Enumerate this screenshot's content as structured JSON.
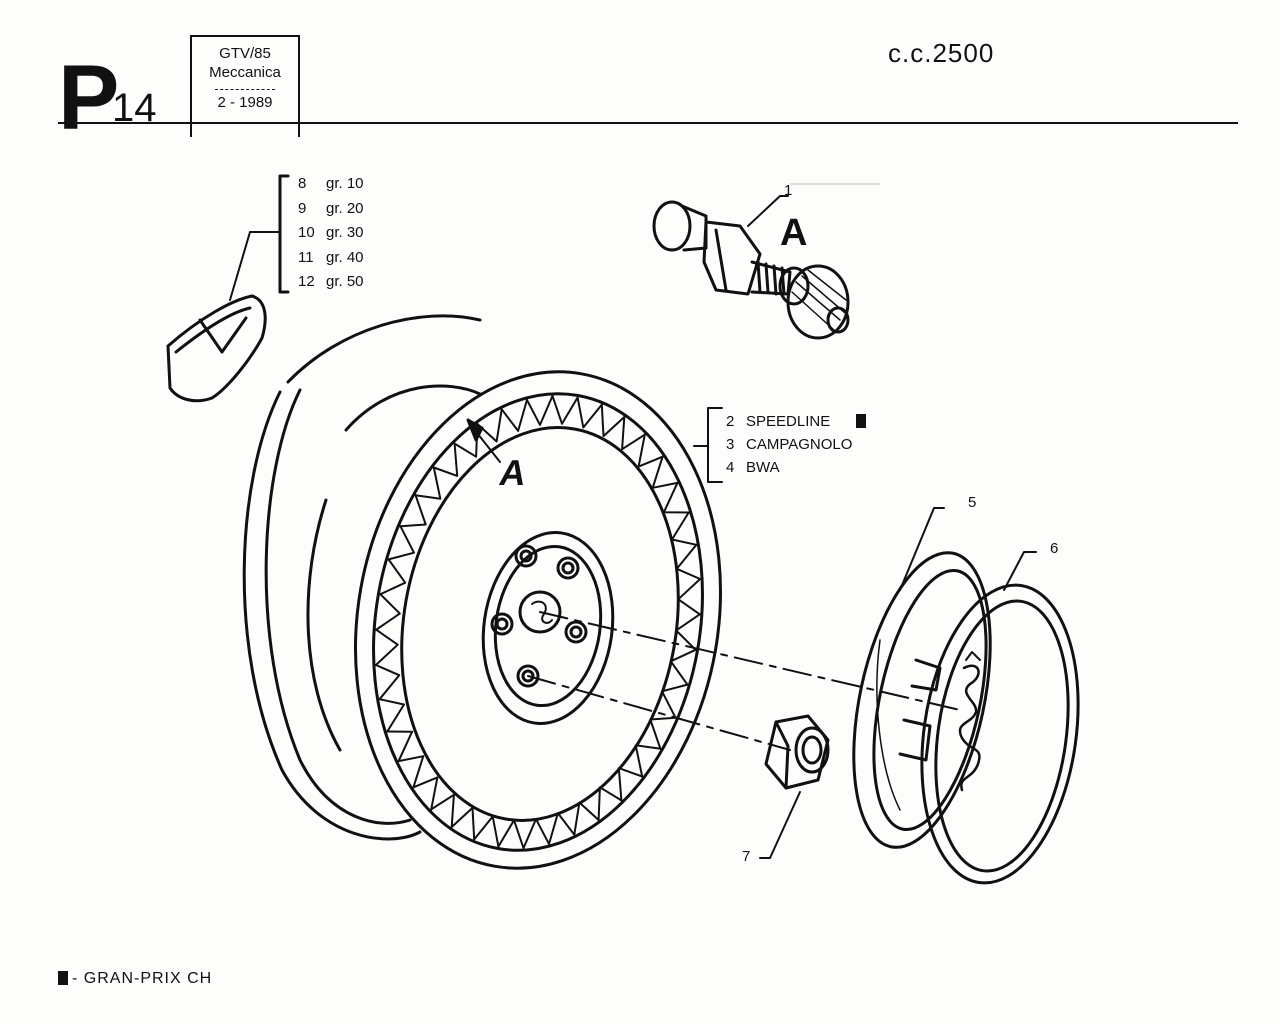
{
  "header": {
    "page_letter": "P",
    "page_number": "14",
    "model": "GTV/85",
    "section": "Meccanica",
    "date": "2 - 1989",
    "engine": "c.c.2500"
  },
  "weights": [
    {
      "num": "8",
      "label": "gr. 10"
    },
    {
      "num": "9",
      "label": "gr. 20"
    },
    {
      "num": "10",
      "label": "gr. 30"
    },
    {
      "num": "11",
      "label": "gr. 40"
    },
    {
      "num": "12",
      "label": "gr. 50"
    }
  ],
  "brands": [
    {
      "num": "2",
      "label": "SPEEDLINE"
    },
    {
      "num": "3",
      "label": "CAMPAGNOLO"
    },
    {
      "num": "4",
      "label": "BWA"
    }
  ],
  "callouts": {
    "valve": "1",
    "valve_detail": "A",
    "wheel_detail": "A",
    "trim": "5",
    "ring": "6",
    "nut": "7"
  },
  "footer": {
    "note": "- GRAN-PRIX CH"
  }
}
